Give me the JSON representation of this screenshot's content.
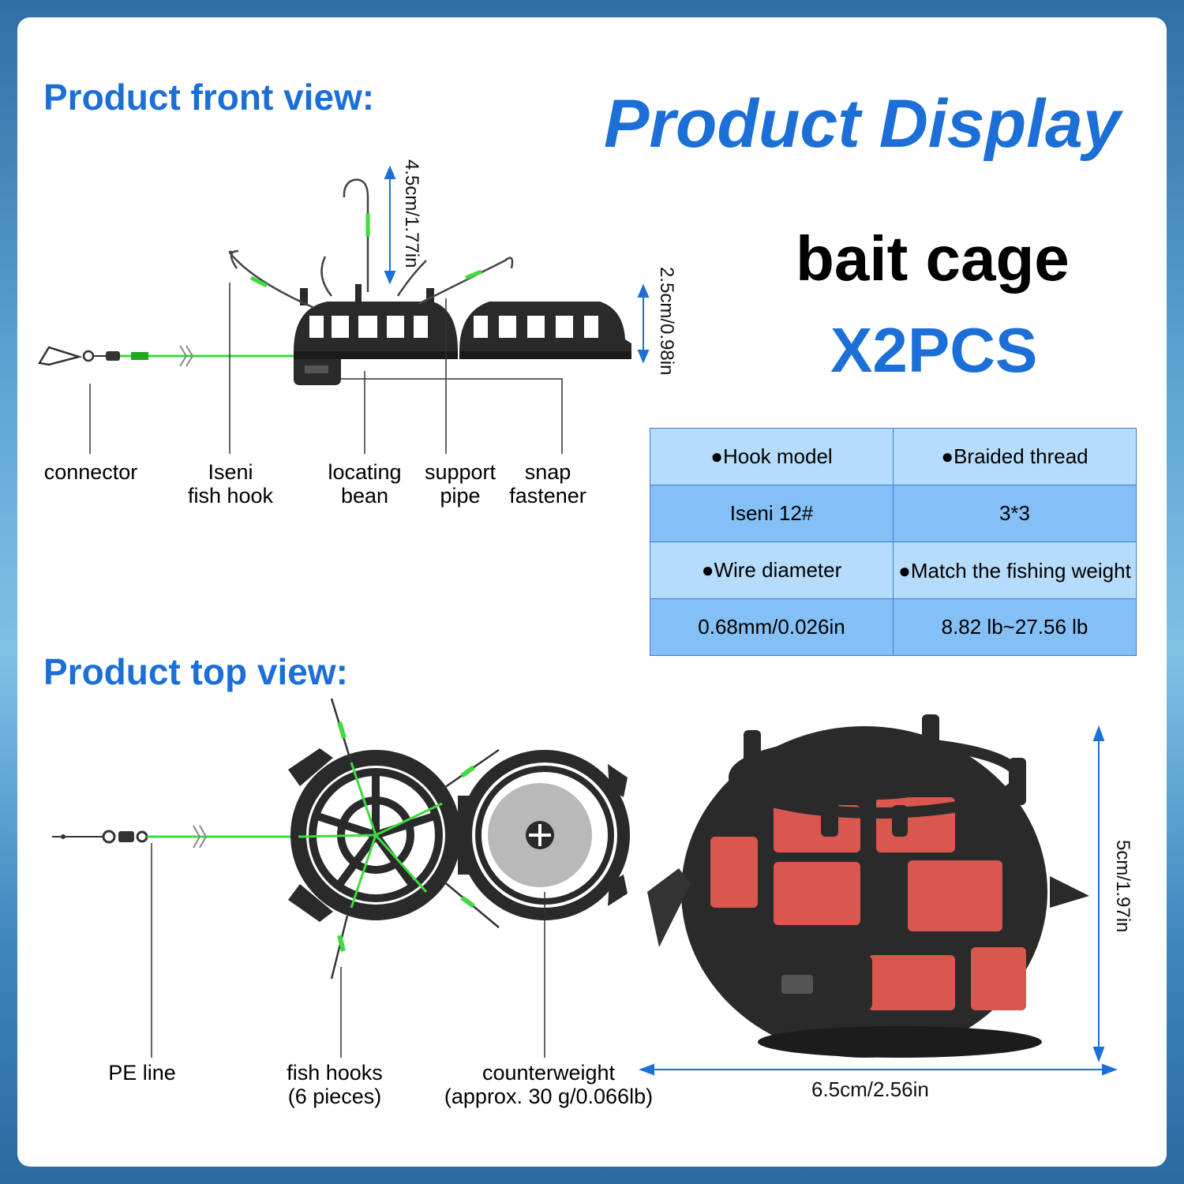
{
  "headings": {
    "front_view": "Product front view:",
    "top_view": "Product top view:",
    "display": "Product Display"
  },
  "product": {
    "name": "bait cage",
    "quantity": "X2PCS"
  },
  "specs": {
    "rows": [
      [
        "●Hook model",
        "●Braided thread"
      ],
      [
        "Iseni 12#",
        "3*3"
      ],
      [
        "●Wire  diameter",
        "●Match the fishing weight"
      ],
      [
        "0.68mm/0.026in",
        "8.82 lb~27.56 lb"
      ]
    ]
  },
  "front_labels": {
    "connector": "connector",
    "hook_line1": "Iseni",
    "hook_line2": "fish hook",
    "bean_line1": "locating",
    "bean_line2": "bean",
    "pipe_line1": "support",
    "pipe_line2": "pipe",
    "snap_line1": "snap",
    "snap_line2": "fastener",
    "dim_hook": "4.5cm/1.77in",
    "dim_cage": "2.5cm/0.98in"
  },
  "top_labels": {
    "pe_line": "PE line",
    "hooks_line1": "fish hooks",
    "hooks_line2": "(6 pieces)",
    "counter_line1": "counterweight",
    "counter_line2": "(approx. 30 g/0.066lb)",
    "dim_height": "5cm/1.97in",
    "dim_width": "6.5cm/2.56in"
  },
  "colors": {
    "accent_blue": "#1b6fd6",
    "table_light": "#b5dcfb",
    "table_dark": "#84bff6",
    "line_green": "#3ddc3d",
    "bait_red": "#d9574f"
  }
}
